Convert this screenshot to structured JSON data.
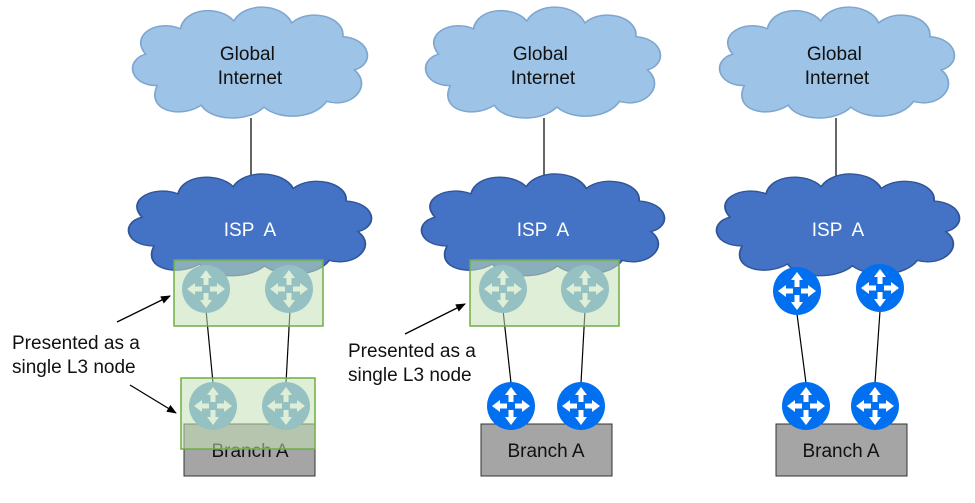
{
  "colors": {
    "global_cloud_fill": "#9dc3e6",
    "global_cloud_stroke": "#7fa6d0",
    "isp_cloud_fill": "#4472c4",
    "isp_cloud_stroke": "#2f5597",
    "router_light": "#5b9bd5",
    "router_bright": "#0070f0",
    "group_box_fill": "#c5e0b4",
    "group_box_stroke": "#70ad47",
    "branch_fill": "#a5a5a5",
    "branch_stroke": "#333333"
  },
  "panels": [
    {
      "global": "Global\nInternet",
      "isp": "ISP  A",
      "branch": "Branch A",
      "top_router_style": "router_light",
      "bottom_router_style": "router_light",
      "top_grouped": true,
      "bottom_grouped": true
    },
    {
      "global": "Global\nInternet",
      "isp": "ISP  A",
      "branch": "Branch A",
      "top_router_style": "router_light",
      "bottom_router_style": "router_bright",
      "top_grouped": true,
      "bottom_grouped": false
    },
    {
      "global": "Global\nInternet",
      "isp": "ISP  A",
      "branch": "Branch A",
      "top_router_style": "router_bright",
      "bottom_router_style": "router_bright",
      "top_grouped": false,
      "bottom_grouped": false
    }
  ],
  "notes": {
    "left": {
      "line1": "Presented as a",
      "line2": "single L3 node"
    },
    "middle": {
      "line1": "Presented as a",
      "line2": "single L3 node"
    }
  },
  "icons": {
    "router": "router-icon",
    "cloud": "cloud-icon"
  }
}
